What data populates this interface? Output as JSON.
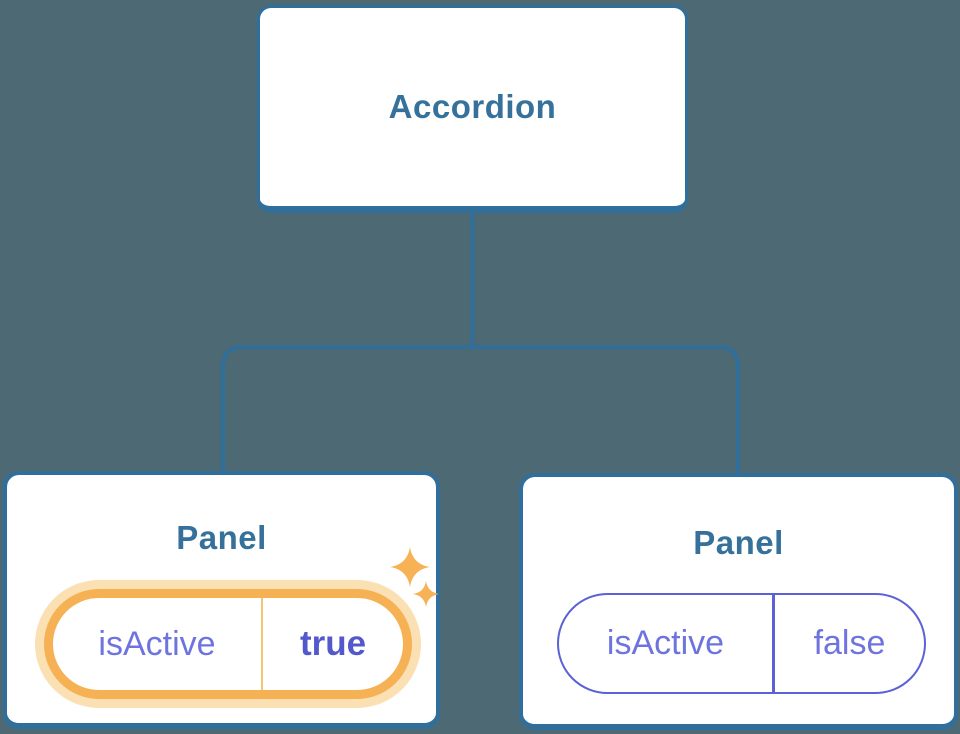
{
  "diagram": {
    "root": {
      "label": "Accordion"
    },
    "panels": [
      {
        "title": "Panel",
        "prop": {
          "name": "isActive",
          "value": "true"
        },
        "highlighted": true,
        "sparkles": true
      },
      {
        "title": "Panel",
        "prop": {
          "name": "isActive",
          "value": "false"
        },
        "highlighted": false,
        "sparkles": false
      }
    ]
  },
  "colors": {
    "background": "#4D6973",
    "node_border": "#306E9C",
    "node_text": "#35719A",
    "state_text": "#6E74DF",
    "state_text_bold": "#5358CC",
    "highlight_border": "#F6B155",
    "highlight_halo": "#FAE0B2",
    "sparkle": "#F6B254",
    "inactive_pill_border": "#5A62D6"
  },
  "icons": {
    "sparkle_large": "sparkle-icon",
    "sparkle_small": "sparkle-icon"
  }
}
